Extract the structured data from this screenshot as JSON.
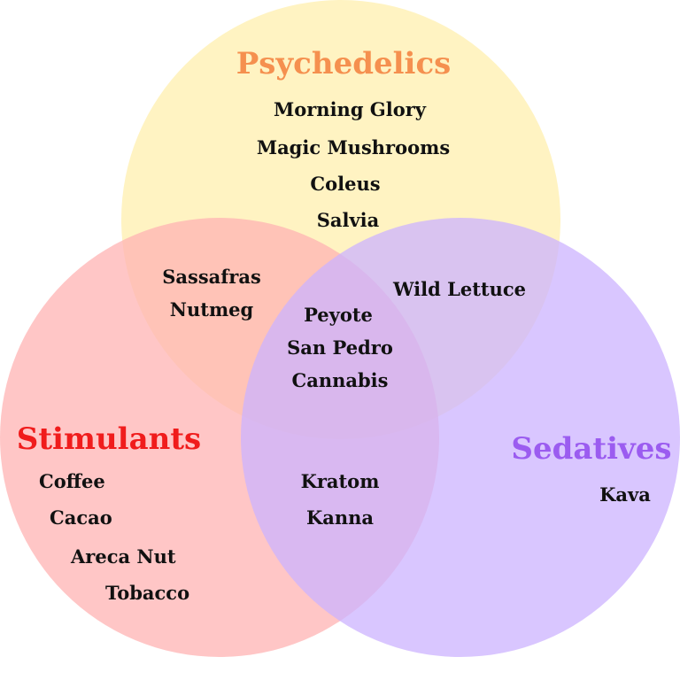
{
  "colors": {
    "psychedelics": "#fff0b3",
    "stimulants": "#ffb3b3",
    "sedatives": "#ccb3ff",
    "psychedelics_title": "#f5904f",
    "stimulants_title": "#f01c1c",
    "sedatives_title": "#9b5cf0"
  },
  "sets": {
    "psychedelics": {
      "title": "Psychedelics",
      "items": [
        "Morning Glory",
        "Magic Mushrooms",
        "Coleus",
        "Salvia"
      ]
    },
    "stimulants": {
      "title": "Stimulants",
      "items": [
        "Coffee",
        "Cacao",
        "Areca Nut",
        "Tobacco"
      ]
    },
    "sedatives": {
      "title": "Sedatives",
      "items": [
        "Kava"
      ]
    }
  },
  "overlaps": {
    "psychedelics_stimulants": [
      "Sassafras",
      "Nutmeg"
    ],
    "psychedelics_sedatives": [
      "Wild Lettuce"
    ],
    "stimulants_sedatives": [
      "Kratom",
      "Kanna"
    ],
    "all_three": [
      "Peyote",
      "San Pedro",
      "Cannabis"
    ]
  }
}
